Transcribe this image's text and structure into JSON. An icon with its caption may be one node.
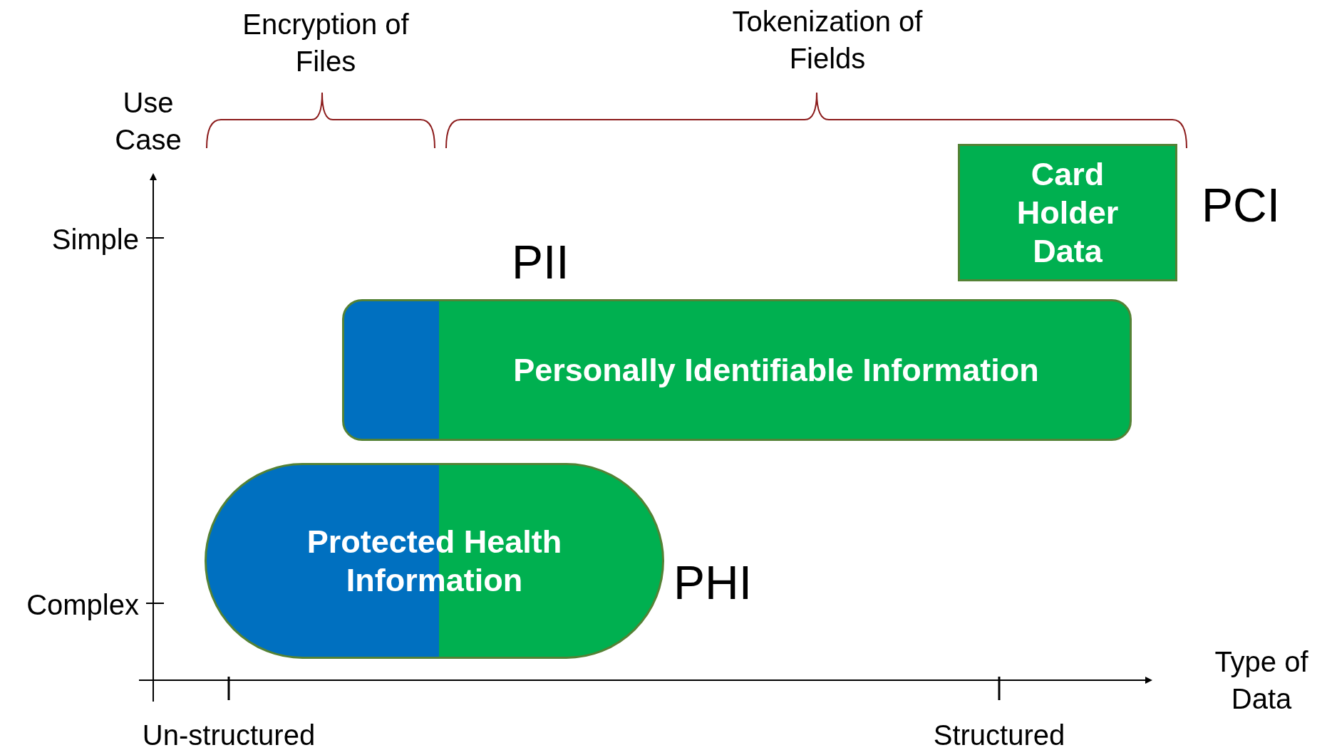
{
  "diagram": {
    "nodes": [
      {
        "text": [
          "Card Holder Data"
        ],
        "beside": [
          "PCI"
        ]
      },
      {
        "text": [
          "Personally Identifiable Information"
        ],
        "beside": [
          "PII"
        ]
      },
      {
        "text": [
          "Protected Health Information"
        ],
        "beside": [
          "PHI"
        ]
      }
    ],
    "labels": [
      "Encryption of Files",
      "Tokenization of Fields",
      "Use Case",
      "Simple",
      "Complex",
      "Un-structured",
      "Structured",
      "Type of Data"
    ]
  }
}
